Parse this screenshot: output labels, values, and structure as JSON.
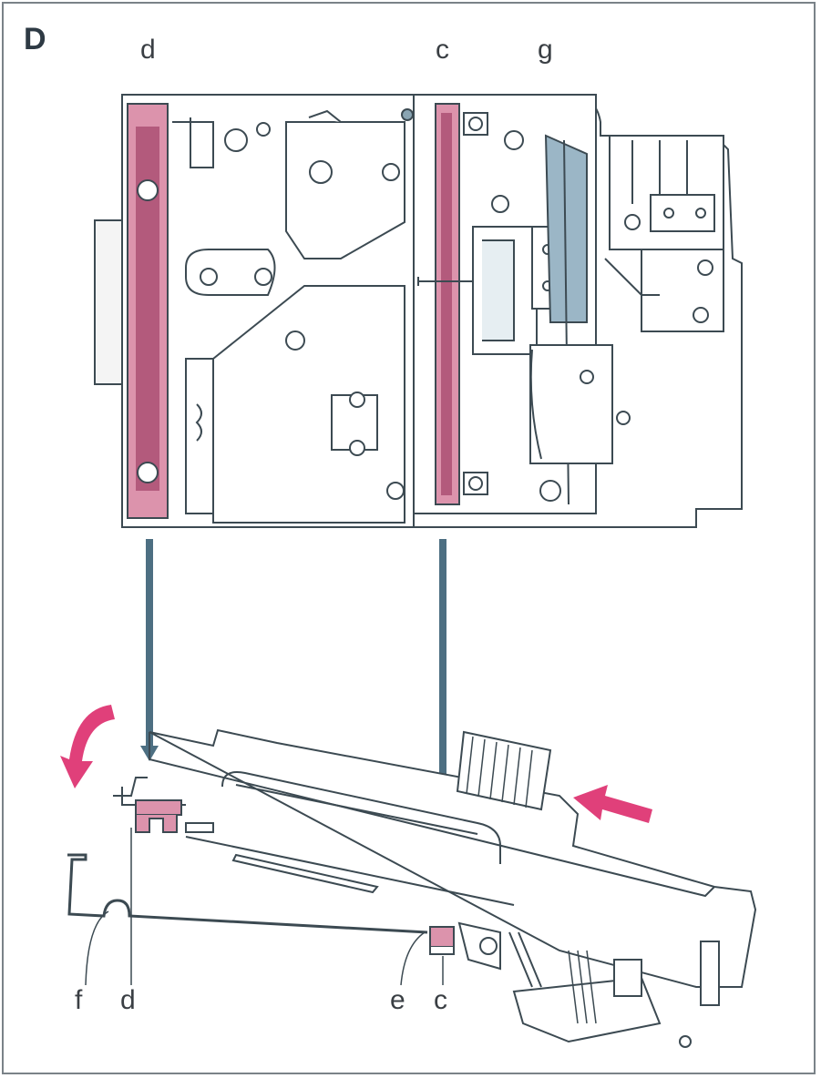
{
  "figure": {
    "panel_label": "D",
    "labels": {
      "top_d": "d",
      "top_c": "c",
      "top_g": "g",
      "bottom_f": "f",
      "bottom_d": "d",
      "bottom_e": "e",
      "bottom_c": "c"
    },
    "colors": {
      "outline": "#3c4a52",
      "highlight_pink": "#d47a9a",
      "arrow_blue": "#4d6f82",
      "arrow_pink": "#e0407a",
      "part_blue": "#7fa0b4"
    }
  }
}
